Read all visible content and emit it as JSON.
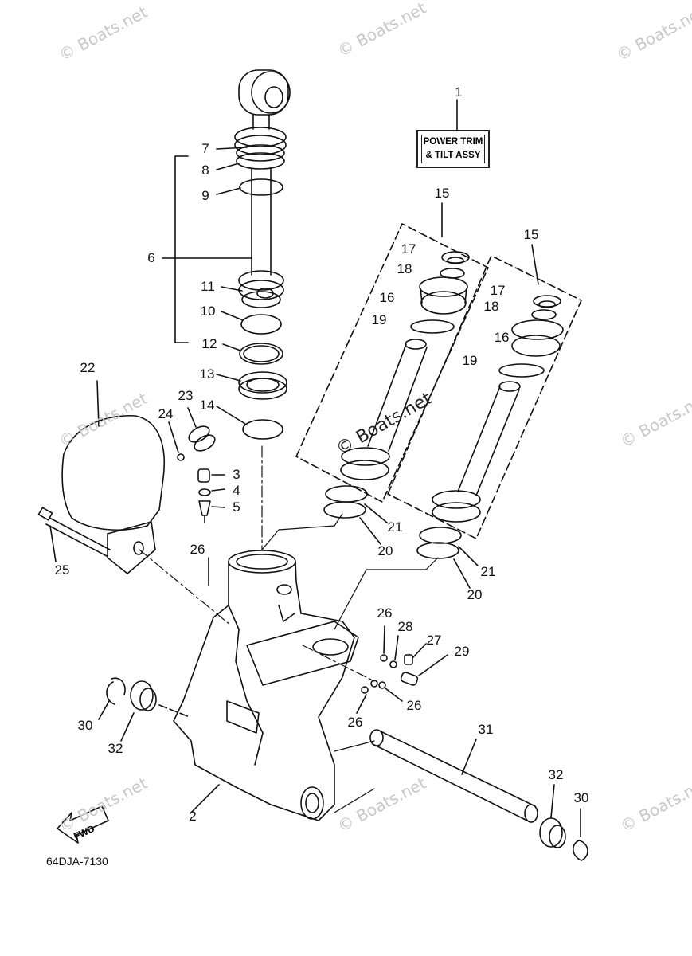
{
  "label_box": {
    "line1": "POWER TRIM",
    "line2": "& TILT ASSY"
  },
  "diagram_code": "64DJA-7130",
  "fwd_text": "FWD",
  "watermark": "© Boats.net",
  "center_watermark": "© Boats.net",
  "callouts": {
    "c1": "1",
    "c2": "2",
    "c3": "3",
    "c4": "4",
    "c5": "5",
    "c6": "6",
    "c7": "7",
    "c8": "8",
    "c9": "9",
    "c10": "10",
    "c11": "11",
    "c12": "12",
    "c13": "13",
    "c14": "14",
    "c15a": "15",
    "c15b": "15",
    "c16a": "16",
    "c16b": "16",
    "c17a": "17",
    "c17b": "17",
    "c18a": "18",
    "c18b": "18",
    "c19a": "19",
    "c19b": "19",
    "c20a": "20",
    "c20b": "20",
    "c21a": "21",
    "c21b": "21",
    "c22": "22",
    "c23": "23",
    "c24": "24",
    "c25": "25",
    "c26a": "26",
    "c26b": "26",
    "c26c": "26",
    "c26d": "26",
    "c27": "27",
    "c28": "28",
    "c29": "29",
    "c30a": "30",
    "c30b": "30",
    "c31": "31",
    "c32a": "32",
    "c32b": "32"
  }
}
